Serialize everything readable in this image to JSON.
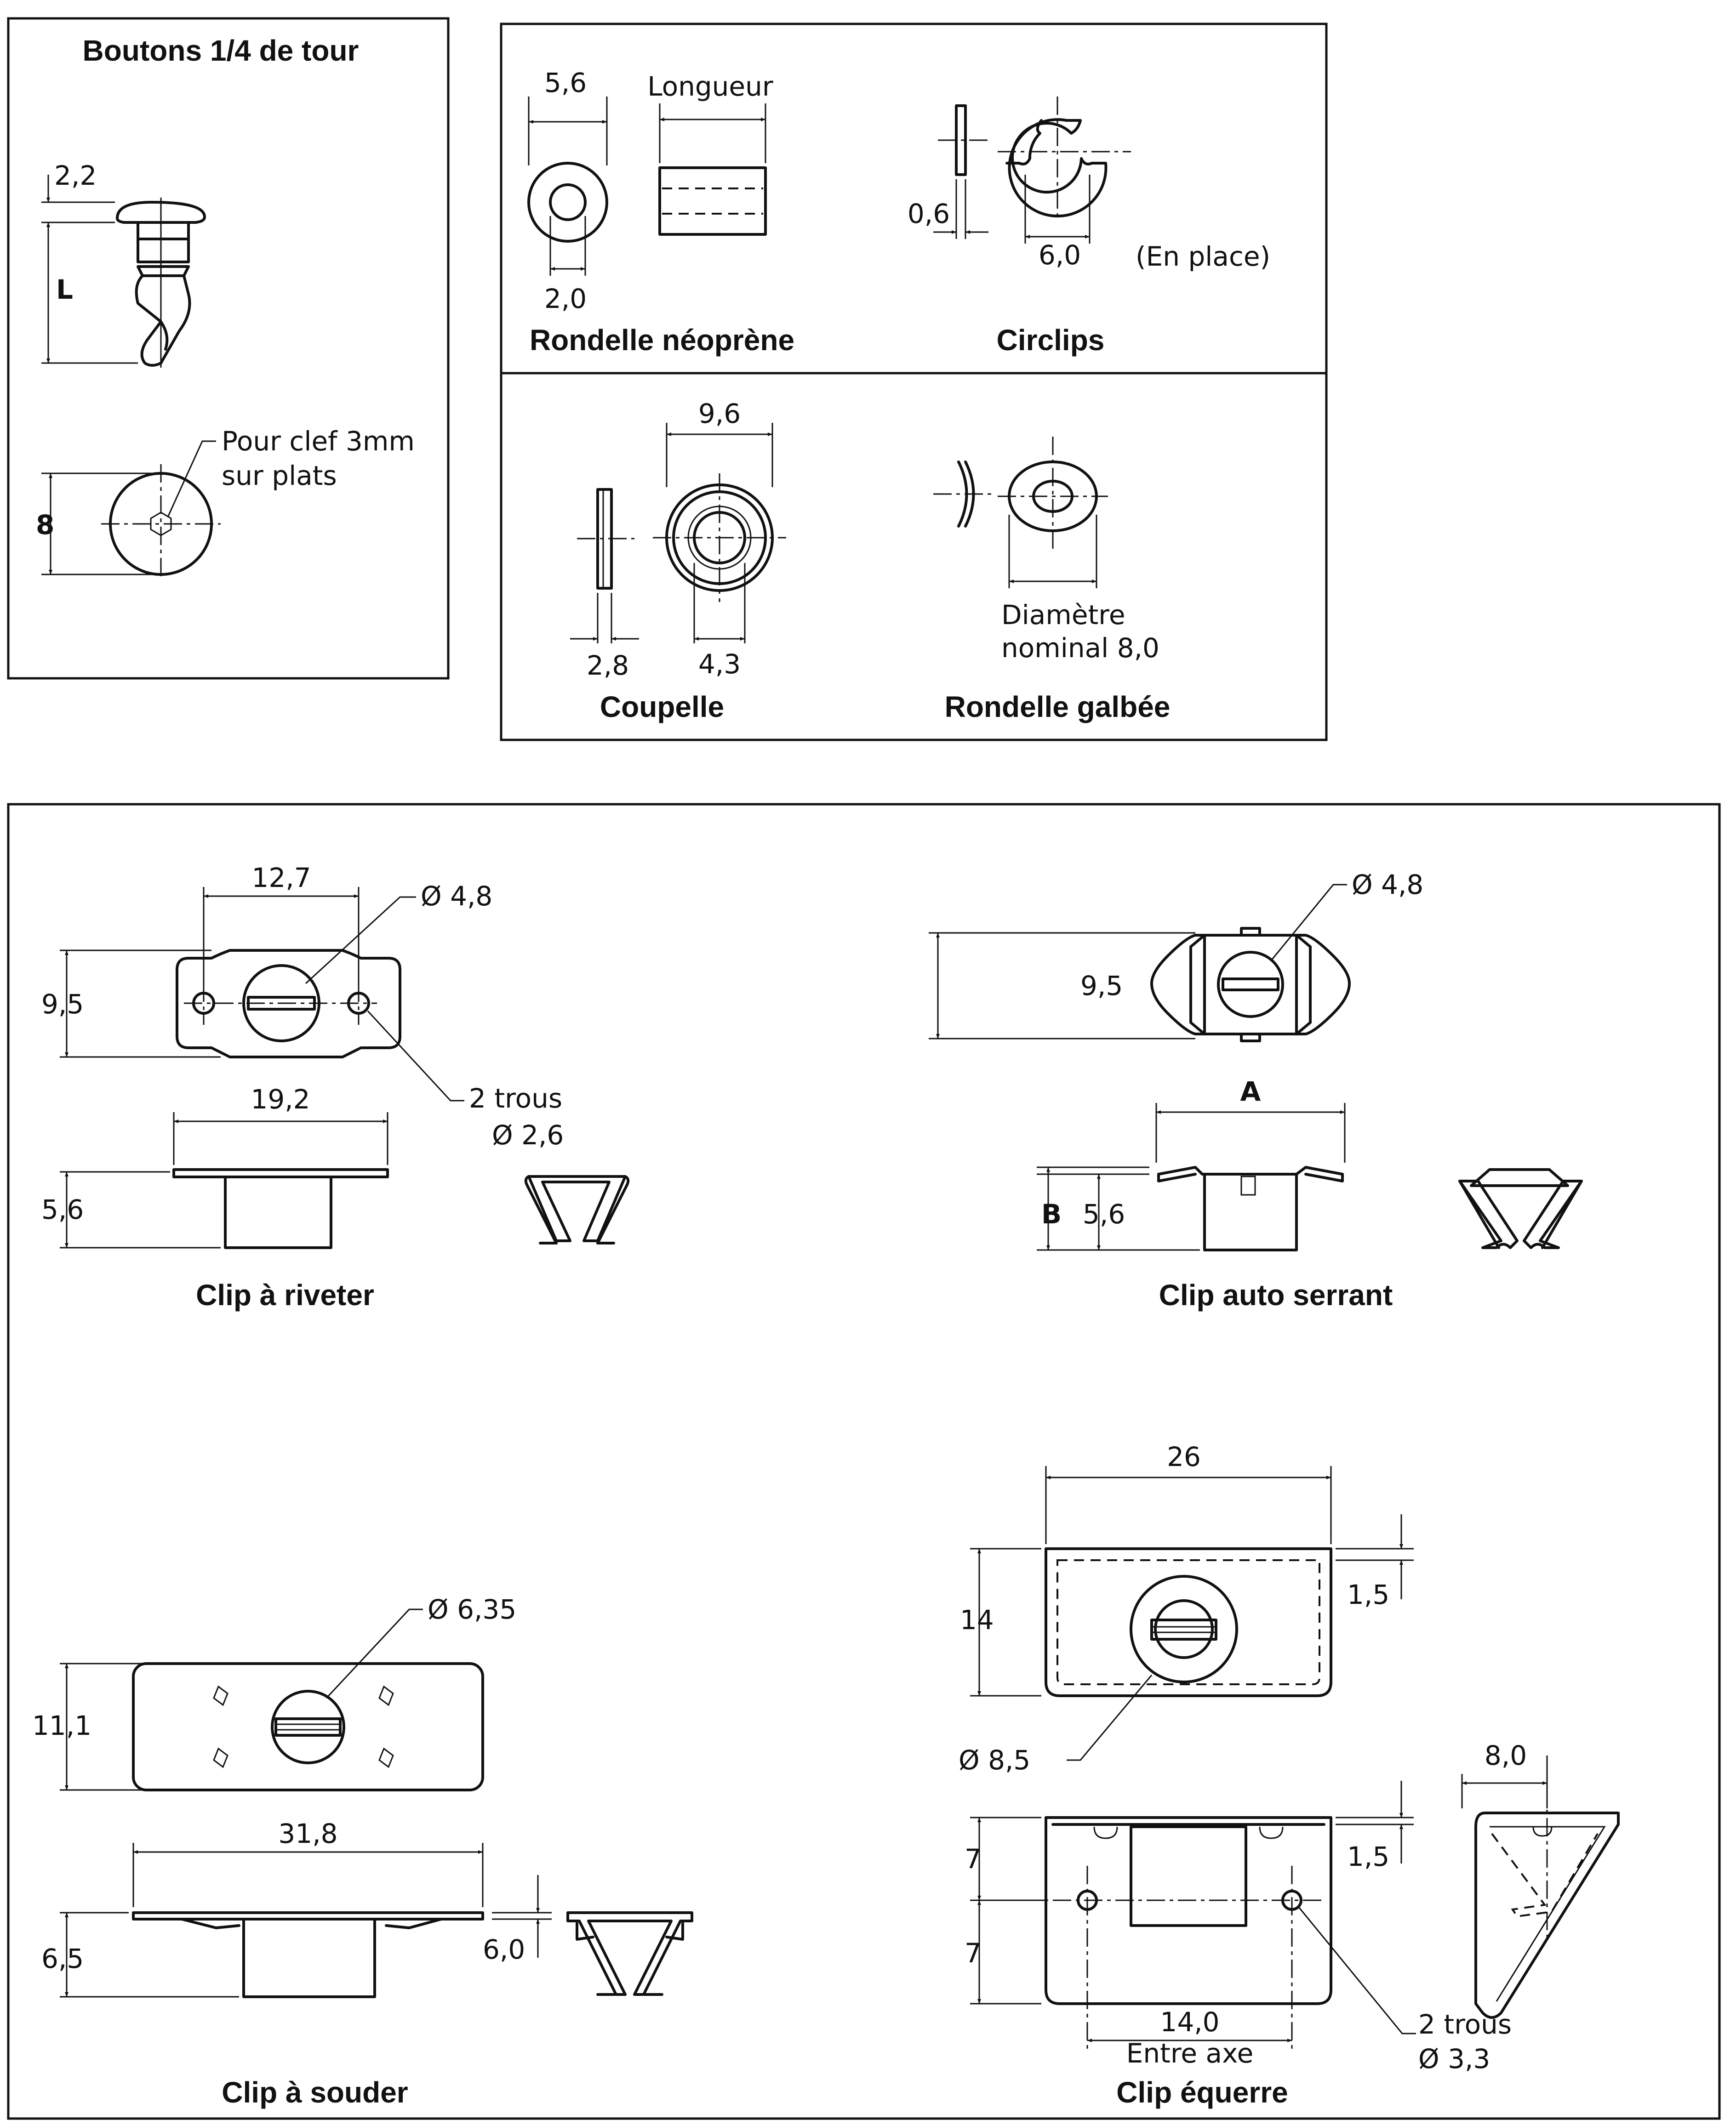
{
  "panel_quarter_turn": {
    "title": "Boutons 1/4 de tour",
    "dim_head": "2,2",
    "dim_length": "L",
    "dim_diameter": "8",
    "note_line1": "Pour clef 3mm",
    "note_line2": "sur plats"
  },
  "panel_washers": {
    "neoprene": {
      "dim_outer": "5,6",
      "dim_length": "Longueur",
      "dim_inner": "2,0",
      "caption": "Rondelle néoprène"
    },
    "circlip": {
      "dim_thickness": "0,6",
      "dim_diameter": "6,0",
      "note": "(En place)",
      "caption": "Circlips"
    },
    "coupelle": {
      "dim_outer": "9,6",
      "dim_thickness": "2,8",
      "dim_inner": "4,3",
      "caption": "Coupelle"
    },
    "galbee": {
      "note_line1": "Diamètre",
      "note_line2": "nominal 8,0",
      "caption": "Rondelle galbée"
    }
  },
  "panel_clips": {
    "riveter": {
      "dim_holes_spacing": "12,7",
      "dim_bore": "Ø 4,8",
      "dim_height": "9,5",
      "dim_width": "19,2",
      "dim_depth": "5,6",
      "holes_line1": "2 trous",
      "holes_line2": "Ø 2,6",
      "caption": "Clip à riveter"
    },
    "auto_serrant": {
      "dim_bore": "Ø 4,8",
      "dim_height": "9,5",
      "dim_a": "A",
      "dim_b": "B",
      "dim_depth": "5,6",
      "caption": "Clip auto serrant"
    },
    "souder": {
      "dim_bore": "Ø 6,35",
      "dim_height": "11,1",
      "dim_width": "31,8",
      "dim_total": "6,5",
      "dim_depth": "6,0",
      "caption": "Clip à souder"
    },
    "equerre": {
      "dim_width": "26",
      "dim_height": "14",
      "dim_flange_top": "1,5",
      "dim_bore": "Ø 8,5",
      "dim_side": "8,0",
      "dim_half_a": "7",
      "dim_half_b": "7",
      "dim_flange_bottom": "1,5",
      "dim_axis": "14,0",
      "axis_note": "Entre axe",
      "holes_line1": "2 trous",
      "holes_line2": "Ø 3,3",
      "caption": "Clip équerre"
    }
  }
}
